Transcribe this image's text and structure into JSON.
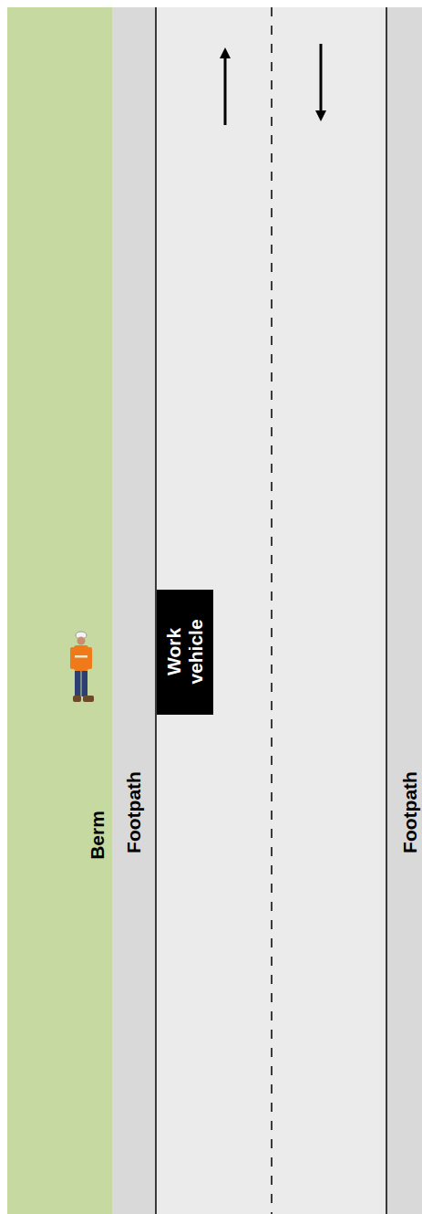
{
  "diagram": {
    "nodes": [
      {
        "text": [
          "Berm"
        ]
      },
      {
        "text": [
          "Footpath"
        ]
      },
      {
        "text": [
          "Work vehicle"
        ]
      },
      {
        "text": [
          "Footpath"
        ]
      }
    ]
  }
}
